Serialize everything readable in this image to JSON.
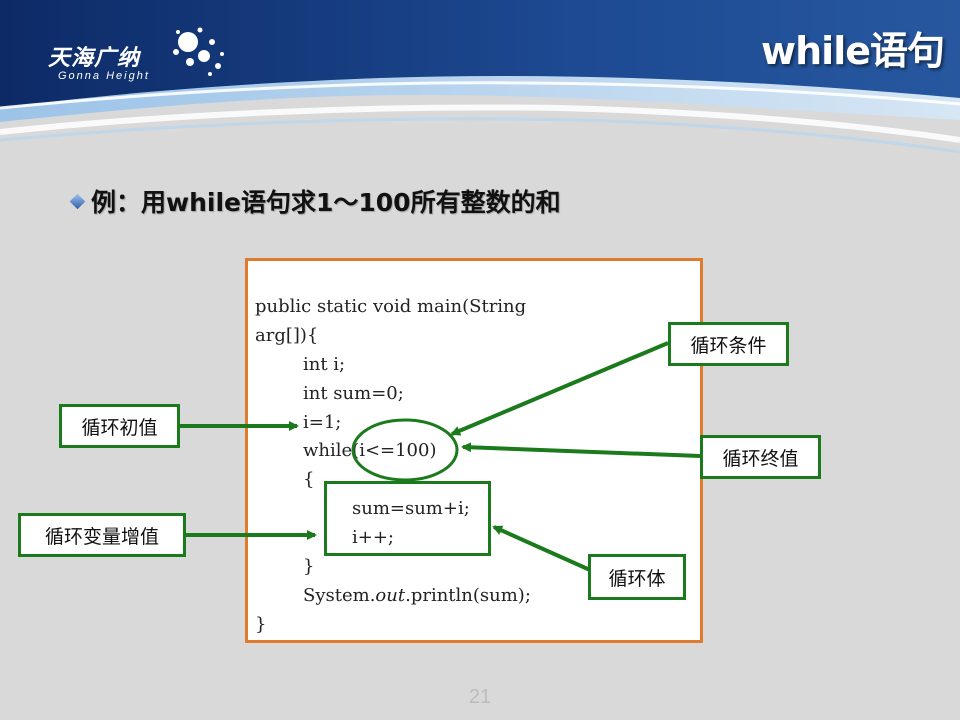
{
  "slide": {
    "title": "while语句",
    "subtitle": "例：用while语句求1～100所有整数的和",
    "page_number": "21"
  },
  "logo": {
    "main": "天海广纳",
    "sub": "Gonna Height"
  },
  "code": {
    "lines": [
      "public static void main(String",
      "arg[]){",
      "int i;",
      "int sum=0;",
      "i=1;",
      "while(i<=100)",
      "{",
      "sum=sum+i;",
      "i++;",
      "}",
      "System.",
      "out",
      ".println(sum);",
      "}"
    ]
  },
  "annotations": {
    "condition": "循环条件",
    "init": "循环初值",
    "end_value": "循环终值",
    "increment": "循环变量增值",
    "body": "循环体"
  },
  "colors": {
    "code_border": "#e07a2c",
    "annotation_green": "#1b7a1b",
    "header_navy": "#1a3a7a"
  }
}
